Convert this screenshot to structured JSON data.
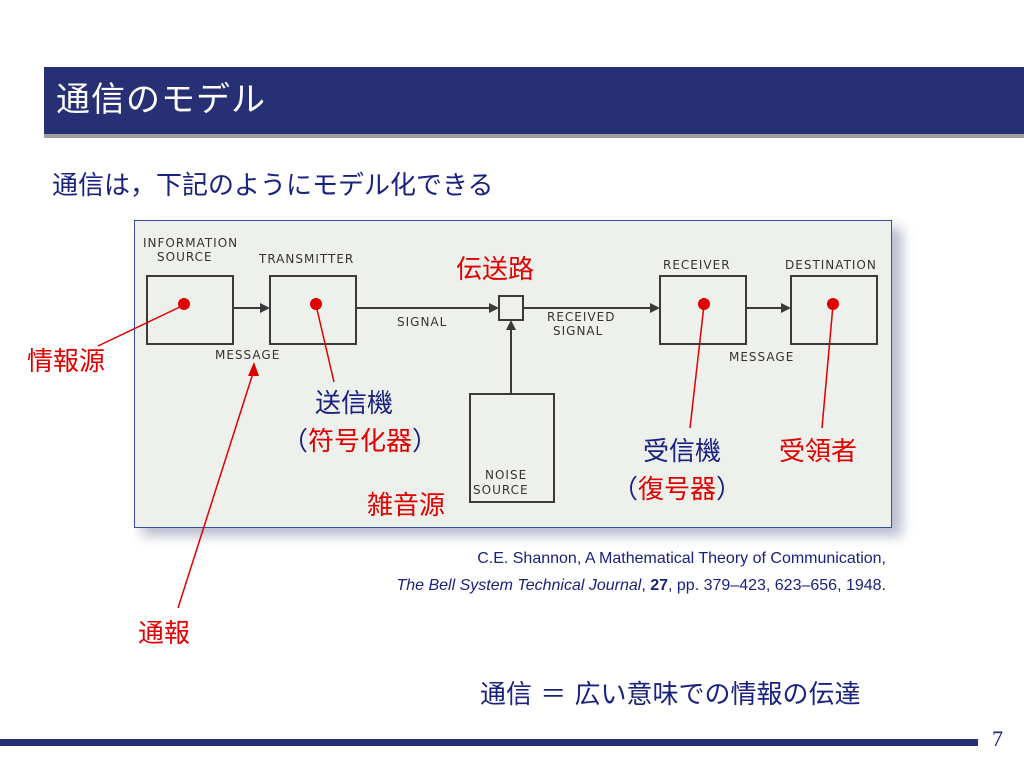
{
  "slide": {
    "title": "通信のモデル",
    "lead": "通信は，下記のようにモデル化できる",
    "page_number": "7",
    "bottom_note": "通信 ＝ 広い意味での情報の伝達"
  },
  "figure": {
    "info_source_line1": "INFORMATION",
    "info_source_line2": "SOURCE",
    "transmitter": "TRANSMITTER",
    "receiver": "RECEIVER",
    "destination": "DESTINATION",
    "signal": "SIGNAL",
    "received_signal_line1": "RECEIVED",
    "received_signal_line2": "SIGNAL",
    "message_left": "MESSAGE",
    "message_right": "MESSAGE",
    "noise_source_line1": "NOISE",
    "noise_source_line2": "SOURCE"
  },
  "annotations": {
    "channel": "伝送路",
    "info_source": "情報源",
    "transmitter_line1": "送信機",
    "transmitter_paren_open": "（",
    "transmitter_line2": "符号化器",
    "transmitter_paren_close": "）",
    "noise_source": "雑音源",
    "receiver_line1": "受信機",
    "receiver_paren_open": "（",
    "receiver_line2": "復号器",
    "receiver_paren_close": "）",
    "destination": "受領者",
    "message": "通報"
  },
  "citation": {
    "line1": "C.E. Shannon, A Mathematical Theory of Communication,",
    "journal": "The Bell System Technical Journal",
    "sep1": ", ",
    "volume": "27",
    "rest": ", pp. 379–423, 623–656, 1948."
  },
  "colors": {
    "title_bar": "#283075",
    "accent_red": "#e00000",
    "text_blue": "#1a2280"
  }
}
